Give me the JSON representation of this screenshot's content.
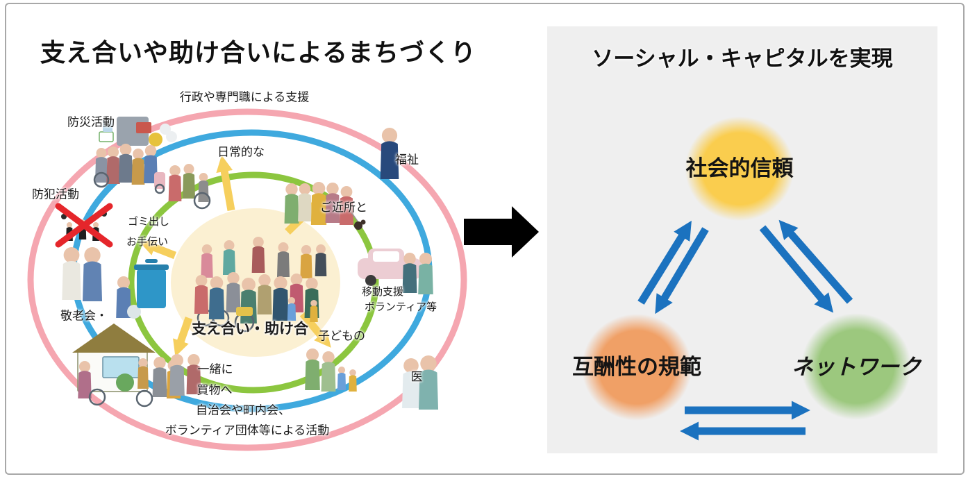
{
  "left_panel": {
    "title": "支え合いや助け合いによるまちづくり",
    "center_label": "支え合い・助け合",
    "labels": {
      "gov_support": "行政や専門職による支援",
      "disaster_prevention": "防災活動",
      "daily": "日常的な",
      "welfare": "福祉",
      "crime_prevention": "防犯活動",
      "neighbors": "ご近所と",
      "garbage_1": "ゴミ出し",
      "garbage_2": "お手伝い",
      "mobility_1": "移動支援",
      "mobility_2": "ボランティア等",
      "senior_club": "敬老会・",
      "children": "子どもの",
      "shopping_1": "一緒に",
      "shopping_2": "買物へ",
      "medical": "医",
      "associations_1": "自治会や町内会、",
      "associations_2": "ボランティア団体等による活動"
    },
    "ring_colors": {
      "outer_pink": "#F5A6B0",
      "middle_blue": "#3FA9DE",
      "inner_green": "#8CC63F",
      "core_fill": "#FBF0D2",
      "highlight_arrow": "#F6CF5D",
      "crime_cross": "#E5262B"
    }
  },
  "transition_arrow": {
    "color": "#000000"
  },
  "right_panel": {
    "title": "ソーシャル・キャピタルを実現",
    "background": "#EFEFEF",
    "arrow_color": "#1B72BF",
    "nodes": [
      {
        "id": "trust",
        "label": "社会的信頼",
        "color": "#FACD4E"
      },
      {
        "id": "reciprocity",
        "label": "互酬性の規範",
        "color": "#F0A066"
      },
      {
        "id": "network",
        "label": "ネットワーク",
        "color": "#9CC87E"
      }
    ]
  }
}
